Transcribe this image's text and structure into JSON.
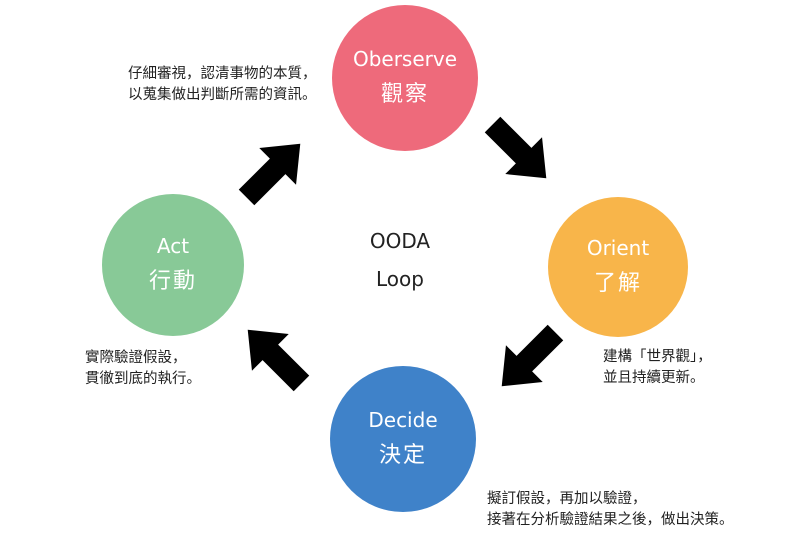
{
  "center": {
    "line1": "OODA",
    "line2": "Loop"
  },
  "stages": {
    "observe": {
      "en": "Oberserve",
      "zh": "觀察",
      "color": "#ee6a7b",
      "note": [
        "仔細審視，認清事物的本質，",
        "以蒐集做出判斷所需的資訊。"
      ]
    },
    "orient": {
      "en": "Orient",
      "zh": "了解",
      "color": "#f8b54a",
      "note": [
        "建構「世界觀」，",
        "並且持續更新。"
      ]
    },
    "decide": {
      "en": "Decide",
      "zh": "決定",
      "color": "#3f82c9",
      "note": [
        "擬訂假設，再加以驗證，",
        "接著在分析驗證結果之後，做出決策。"
      ]
    },
    "act": {
      "en": "Act",
      "zh": "行動",
      "color": "#88c997",
      "note": [
        "實際驗證假設，",
        "貫徹到底的執行。"
      ]
    }
  },
  "arrows": [
    {
      "from": "act",
      "to": "observe"
    },
    {
      "from": "observe",
      "to": "orient"
    },
    {
      "from": "orient",
      "to": "decide"
    },
    {
      "from": "decide",
      "to": "act"
    }
  ]
}
